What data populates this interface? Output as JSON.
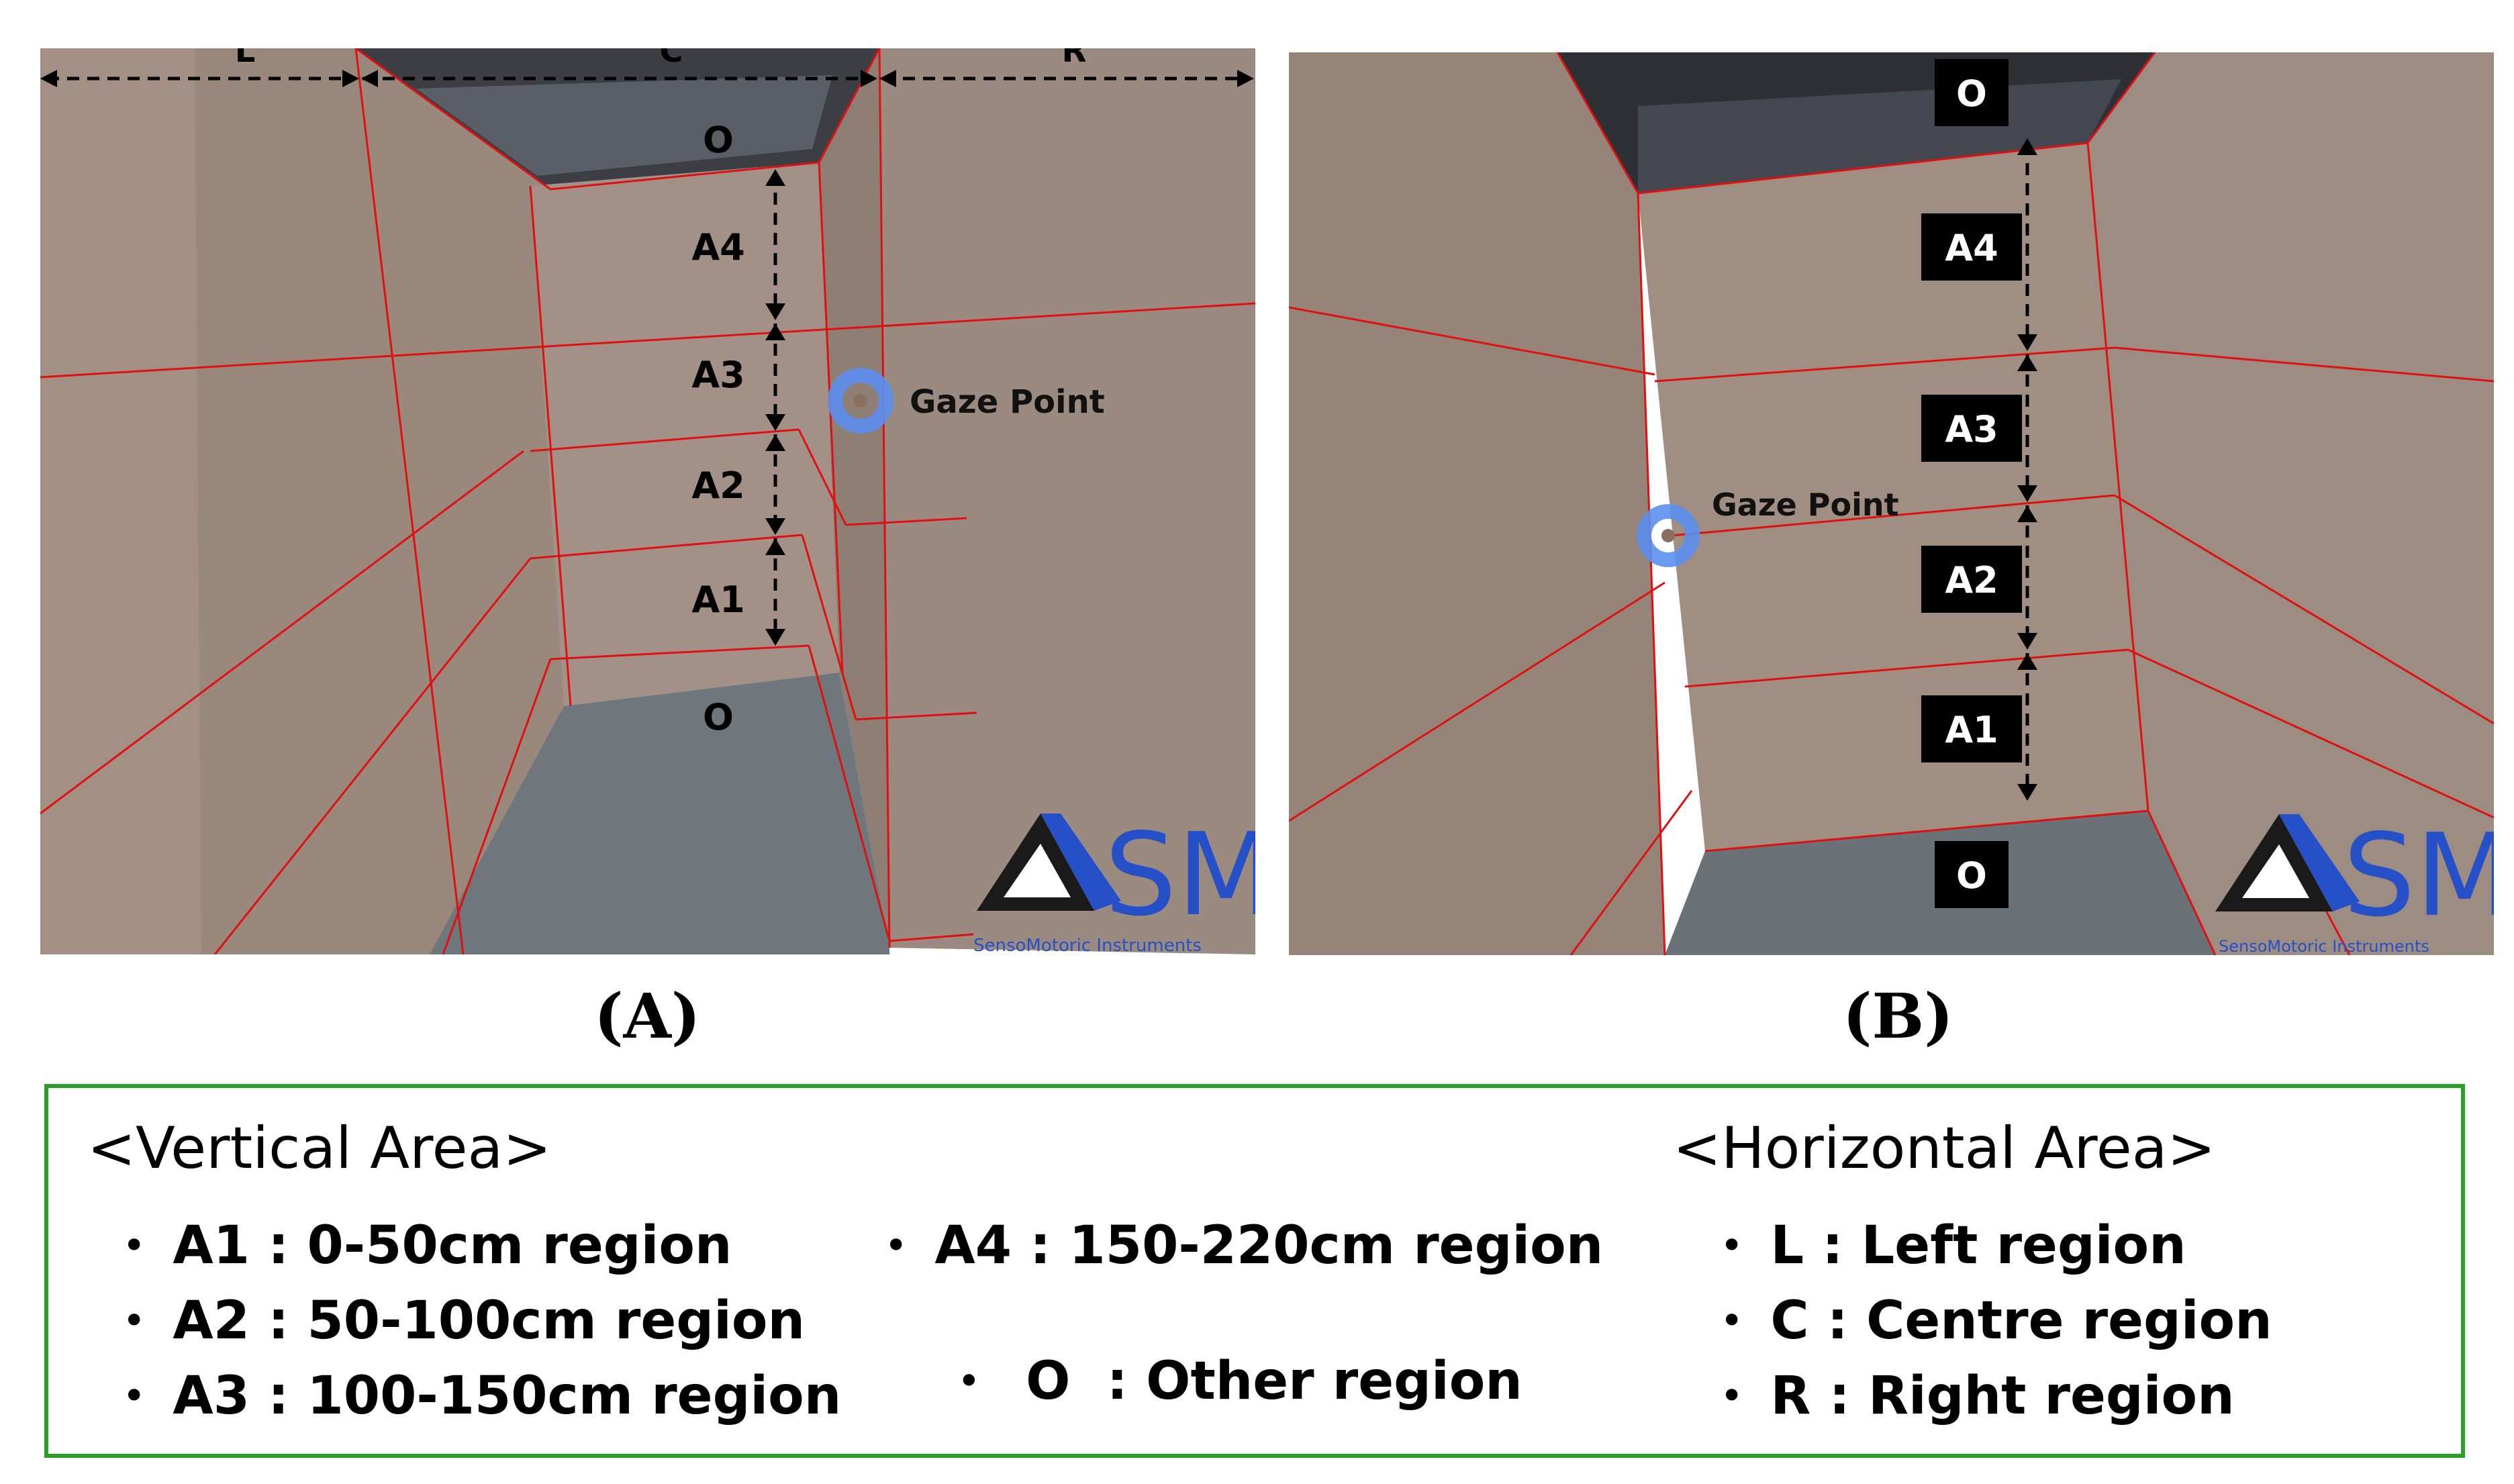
{
  "panel_a": {
    "caption": "(A)",
    "top_labels": {
      "left": "L",
      "centre": "C",
      "right": "R"
    },
    "zone_labels": {
      "top": "O",
      "a4": "A4",
      "a3": "A3",
      "a2": "A2",
      "a1": "A1",
      "bottom": "O"
    },
    "gaze_label": "Gaze Point",
    "logo_text": "SMI",
    "logo_subtext": "SensoMotoric Instruments"
  },
  "panel_b": {
    "caption": "(B)",
    "zone_labels": {
      "top": "O",
      "a4": "A4",
      "a3": "A3",
      "a2": "A2",
      "a1": "A1",
      "bottom": "O"
    },
    "gaze_label": "Gaze Point",
    "logo_text": "SMI",
    "logo_subtext": "SensoMotoric Instruments"
  },
  "legend": {
    "vertical_heading": "<Vertical Area>",
    "horizontal_heading": "<Horizontal Area>",
    "vertical_items": [
      "A1 : 0-50cm region",
      "A2 : 50-100cm region",
      "A3 : 100-150cm region",
      "A4 : 150-220cm region",
      " O  : Other region"
    ],
    "horizontal_items": [
      "L : Left region",
      "C : Centre region",
      "R : Right region"
    ],
    "bullet": "•"
  },
  "colors": {
    "wall": "#9d8a7e",
    "wall_dark": "#7f6e64",
    "floor": "#6c7378",
    "ceiling": "#3a3c42",
    "grid_line": "#e01010",
    "gaze": "#5b8ff0",
    "legend_border": "#2aa02a",
    "logo_blue": "#2550c8"
  }
}
